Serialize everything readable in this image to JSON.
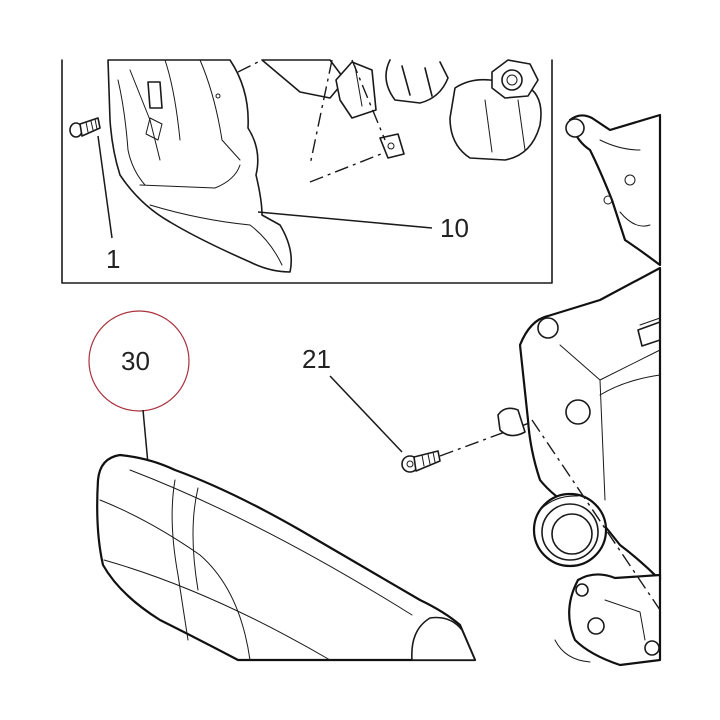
{
  "callouts": {
    "part_1": "1",
    "part_10": "10",
    "part_21": "21",
    "part_30": "30"
  },
  "colors": {
    "line": "#1a1a1a",
    "highlight_circle": "#a8323c",
    "background": "#ffffff"
  }
}
